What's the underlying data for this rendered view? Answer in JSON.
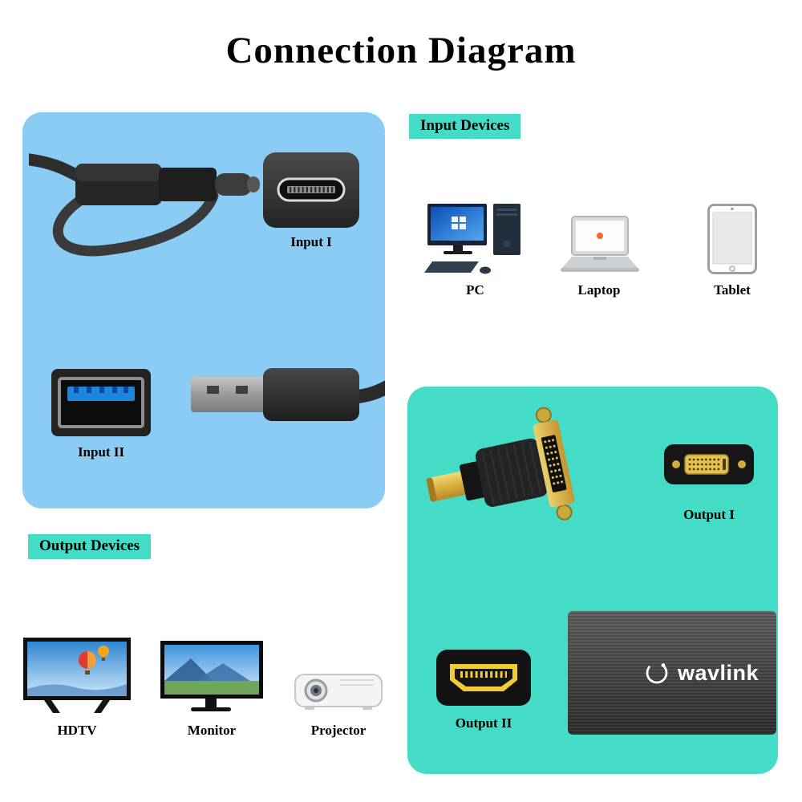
{
  "title": "Connection Diagram",
  "colors": {
    "panel_blue": "#8accf3",
    "panel_teal": "#45dcc7",
    "chip_teal": "#45dcc7",
    "usb3_blue": "#1e86d8",
    "hdmi_yellow": "#f2ca32",
    "dvi_gold": "#d9ae3e"
  },
  "inputs_panel": {
    "input1": "Input I",
    "input2": "Input II"
  },
  "input_section": {
    "header": "Input Devices",
    "devices": [
      {
        "label": "PC"
      },
      {
        "label": "Laptop"
      },
      {
        "label": "Tablet"
      }
    ]
  },
  "output_section": {
    "header": "Output Devices",
    "devices": [
      {
        "label": "HDTV"
      },
      {
        "label": "Monitor"
      },
      {
        "label": "Projector"
      }
    ]
  },
  "outputs_panel": {
    "output1": "Output I",
    "output2": "Output II",
    "brand": "wavlink"
  }
}
